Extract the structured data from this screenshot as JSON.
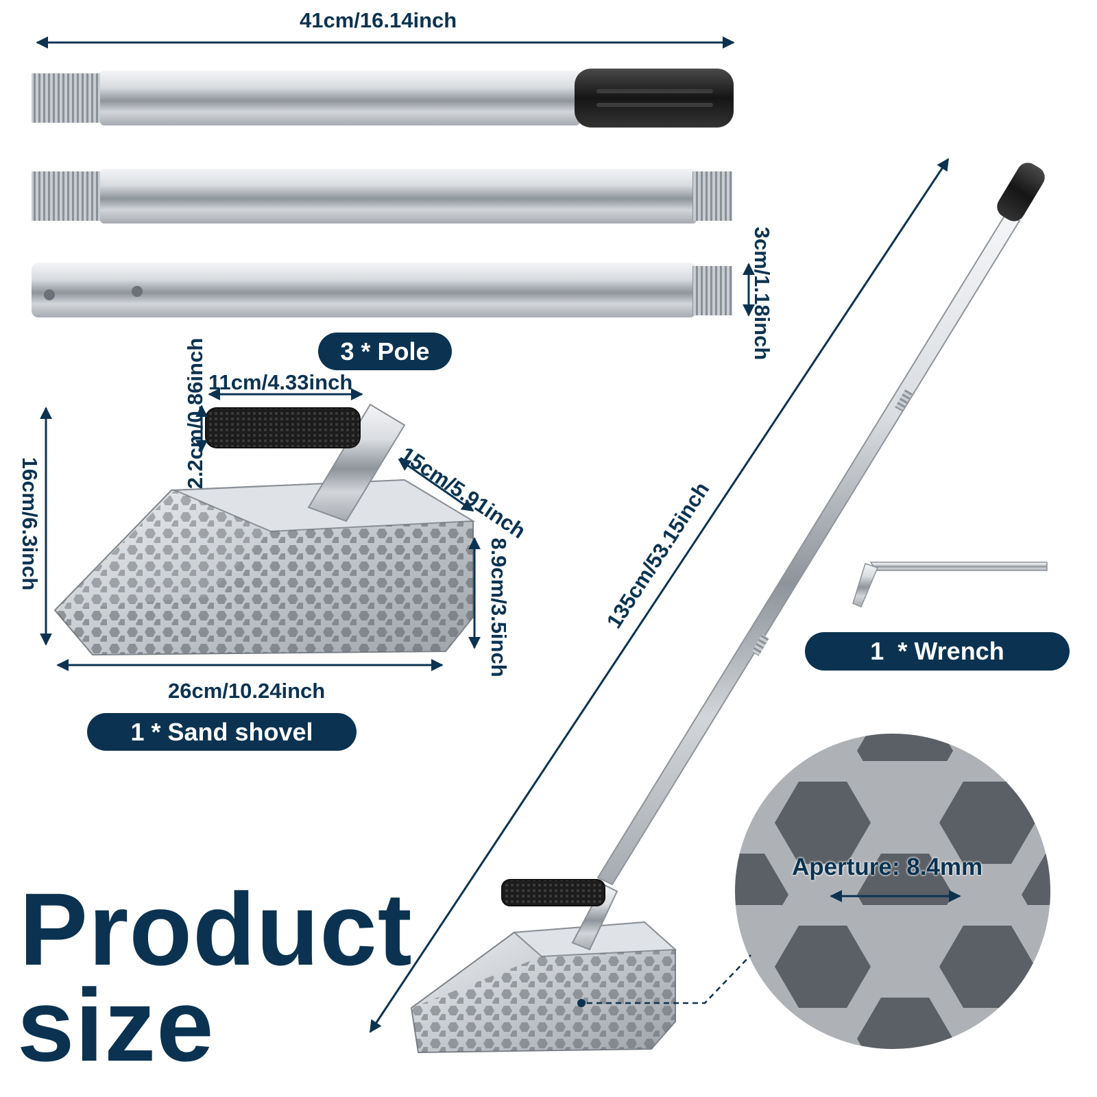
{
  "colors": {
    "navy": "#0b3351",
    "steel_light": "#e9ebee",
    "steel_mid": "#b7bcc3",
    "steel_dark": "#7c828a",
    "rubber": "#1e1e1e",
    "detail_bg": "#9da2a7"
  },
  "pole_section": {
    "length_label": "41cm/16.14inch",
    "diameter_label": "3cm/1.18inch",
    "caption": "3 * Pole"
  },
  "shovel_section": {
    "handle_length_label": "11cm/4.33inch",
    "handle_diameter_label": "2.2cm/0.86inch",
    "height_label": "16cm/6.3inch",
    "neck_length_label": "15cm/5.91inch",
    "depth_label": "8.9cm/3.5inch",
    "width_label": "26cm/10.24inch",
    "caption": "1 * Sand shovel"
  },
  "assembled": {
    "total_length_label": "135cm/53.15inch"
  },
  "wrench": {
    "caption": "1  * Wrench"
  },
  "detail": {
    "aperture_label": "Aperture: 8.4mm"
  },
  "heading": {
    "line1": "Product",
    "line2": "size"
  }
}
